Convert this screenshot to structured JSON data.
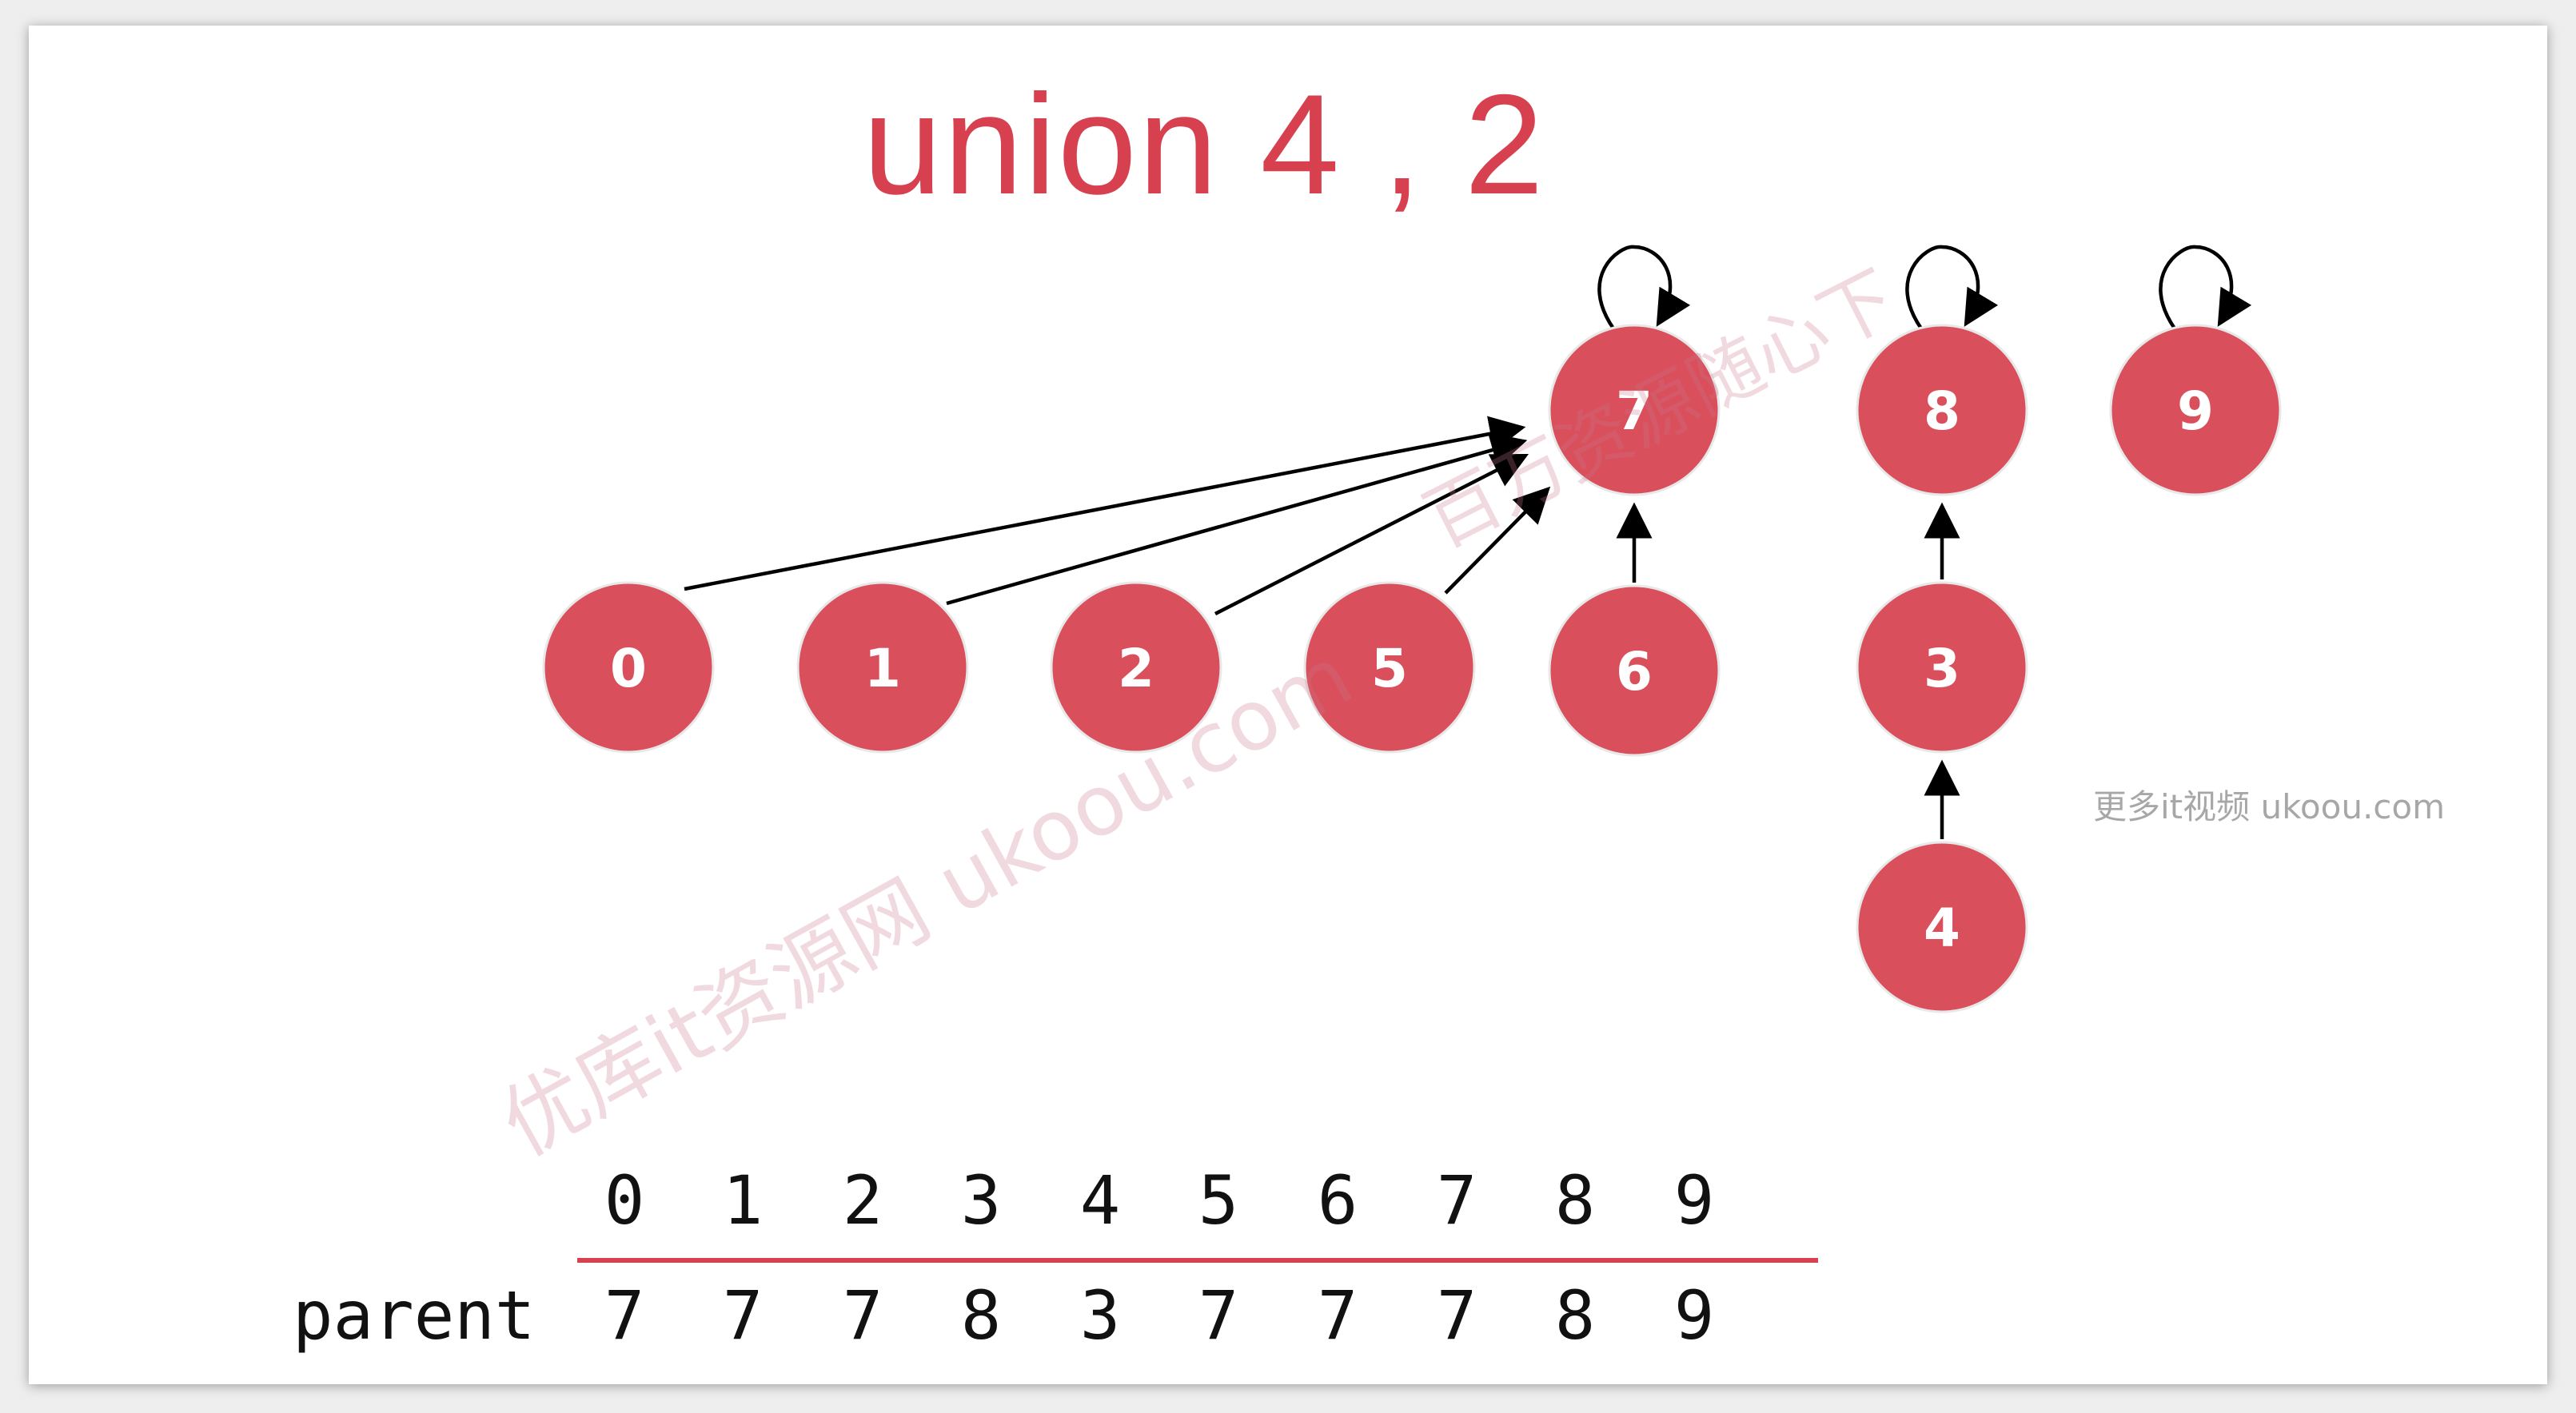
{
  "title": "union 4 , 2",
  "nodes": [
    {
      "id": "node-0",
      "label": "0"
    },
    {
      "id": "node-1",
      "label": "1"
    },
    {
      "id": "node-2",
      "label": "2"
    },
    {
      "id": "node-5",
      "label": "5"
    },
    {
      "id": "node-6",
      "label": "6"
    },
    {
      "id": "node-3",
      "label": "3"
    },
    {
      "id": "node-4",
      "label": "4"
    },
    {
      "id": "node-7",
      "label": "7"
    },
    {
      "id": "node-8",
      "label": "8"
    },
    {
      "id": "node-9",
      "label": "9"
    }
  ],
  "edges": [
    {
      "from": "0",
      "to": "7"
    },
    {
      "from": "1",
      "to": "7"
    },
    {
      "from": "2",
      "to": "7"
    },
    {
      "from": "5",
      "to": "7"
    },
    {
      "from": "6",
      "to": "7"
    },
    {
      "from": "3",
      "to": "8"
    },
    {
      "from": "4",
      "to": "3"
    }
  ],
  "self_loops": [
    "7",
    "8",
    "9"
  ],
  "table": {
    "indices": [
      "0",
      "1",
      "2",
      "3",
      "4",
      "5",
      "6",
      "7",
      "8",
      "9"
    ],
    "row_label": "parent",
    "parent": [
      "7",
      "7",
      "7",
      "8",
      "3",
      "7",
      "7",
      "7",
      "8",
      "9"
    ]
  },
  "watermarks": {
    "main": "优库it资源网 ukoou.com",
    "top": "百万资源随心下",
    "side": "更多it视频 ukoou.com"
  },
  "colors": {
    "node_fill": "#d94f5c",
    "title": "#d6404f",
    "rule": "#d6404f",
    "edge": "#000000"
  }
}
